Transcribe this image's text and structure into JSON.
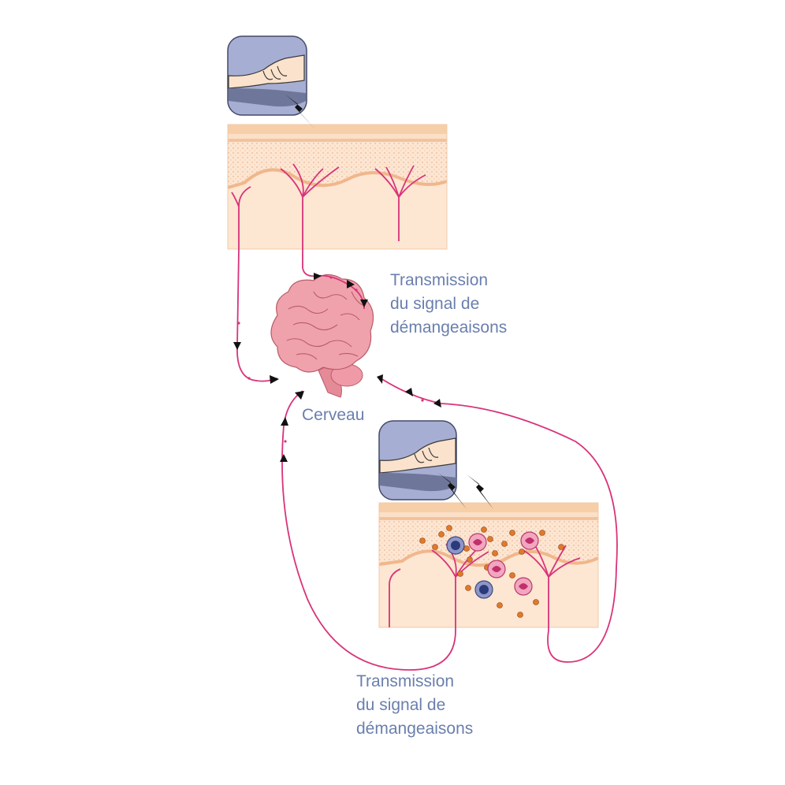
{
  "labels": {
    "transmission_top": [
      "Transmission",
      "du signal de",
      "démangeaisons"
    ],
    "brain": "Cerveau",
    "transmission_bottom": [
      "Transmission",
      "du signal de",
      "démangeaisons"
    ]
  },
  "colors": {
    "nerve": "#d9337a",
    "text": "#6a7fae",
    "inset_bg": "#a6aed3",
    "skin_light": "#fde6d2",
    "skin_dermis": "#fbdcc2",
    "brain": "#e7949c",
    "arrow": "#111111"
  },
  "icons": [
    "hand-inset-icon",
    "lightning-icon",
    "brain-icon",
    "immune-cell-icon"
  ]
}
